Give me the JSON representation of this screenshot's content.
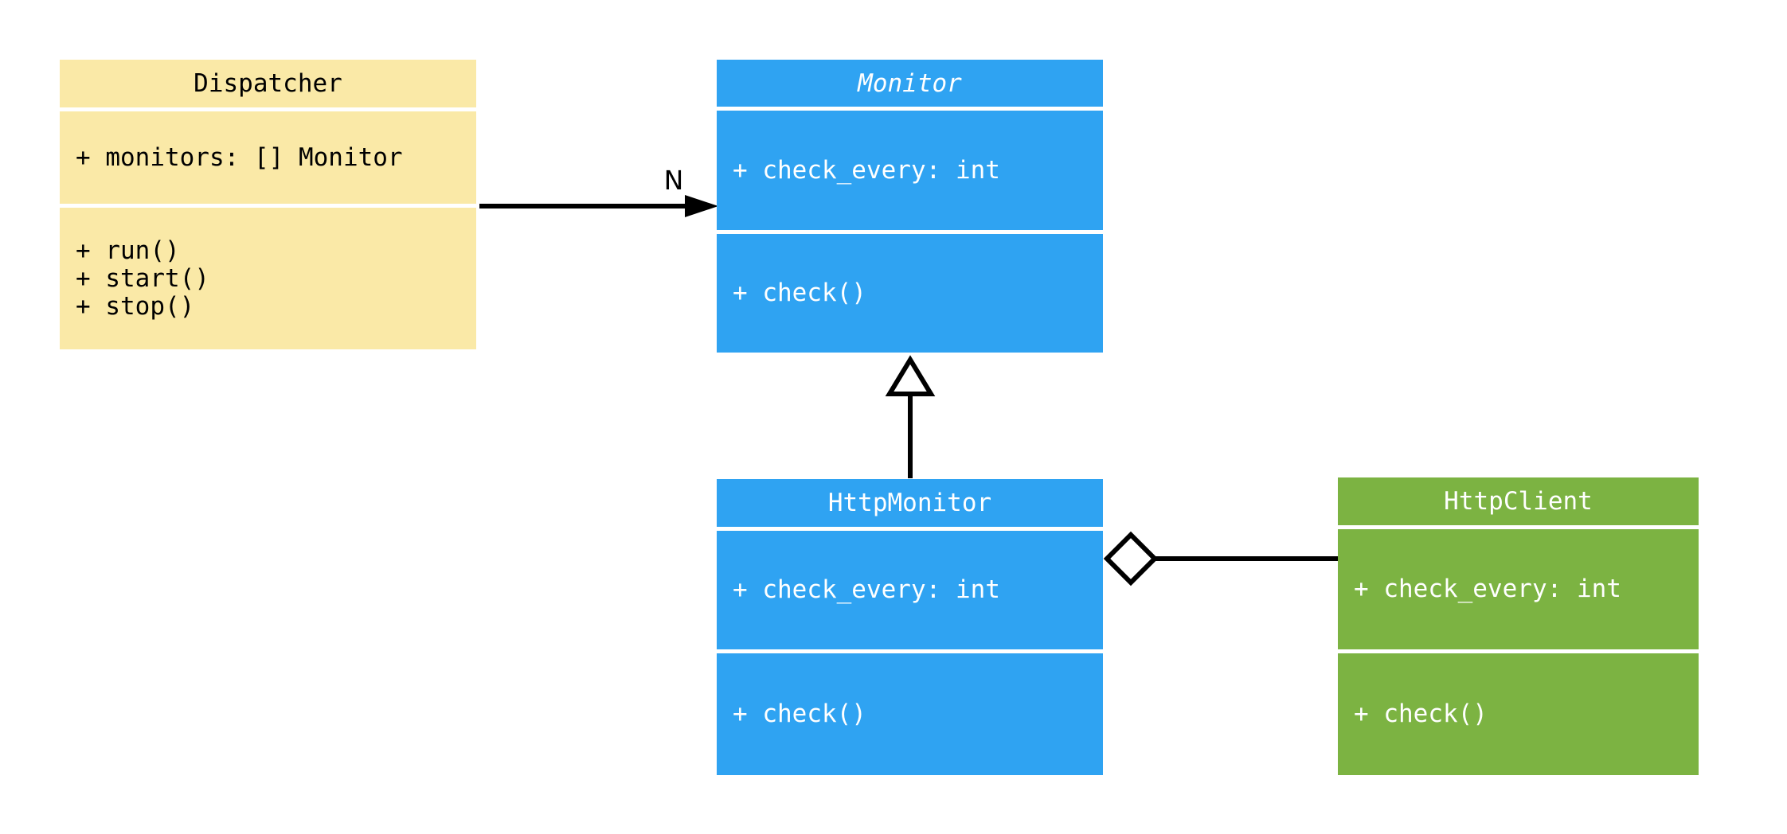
{
  "diagram": {
    "kind": "uml-class-diagram",
    "background_color": "#ffffff",
    "line_color": "#000000",
    "colors": {
      "dispatcher_fill": "#FAE9A7",
      "monitor_fill": "#2FA3F2",
      "http_monitor_fill": "#2FA3F2",
      "http_client_fill": "#7CB342",
      "text_on_light": "#000000",
      "text_on_dark": "#ffffff"
    }
  },
  "classes": [
    {
      "name": "Dispatcher",
      "abstract": false,
      "attributes": [
        "+ monitors: [] Monitor"
      ],
      "methods": [
        "+ run()",
        "+ start()",
        "+ stop()"
      ]
    },
    {
      "name": "Monitor",
      "abstract": true,
      "attributes": [
        "+ check_every: int"
      ],
      "methods": [
        "+ check()"
      ]
    },
    {
      "name": "HttpMonitor",
      "abstract": false,
      "attributes": [
        "+ check_every: int"
      ],
      "methods": [
        "+ check()"
      ]
    },
    {
      "name": "HttpClient",
      "abstract": false,
      "attributes": [
        "+ check_every: int"
      ],
      "methods": [
        "+ check()"
      ]
    }
  ],
  "relationships": [
    {
      "type": "directed-association",
      "from": "Dispatcher",
      "to": "Monitor",
      "multiplicity": "N",
      "marker": "filled-arrowhead"
    },
    {
      "type": "inheritance",
      "from": "HttpMonitor",
      "to": "Monitor",
      "marker": "hollow-triangle"
    },
    {
      "type": "aggregation",
      "from": "HttpMonitor",
      "to": "HttpClient",
      "marker": "hollow-diamond"
    }
  ]
}
